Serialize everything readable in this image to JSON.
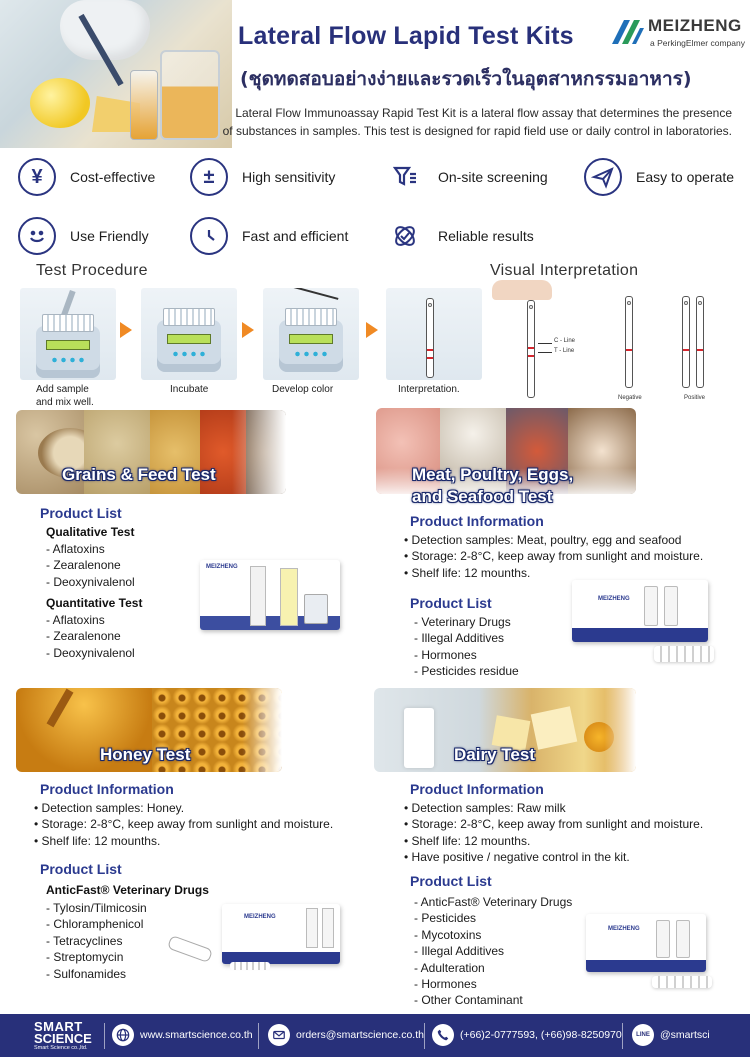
{
  "header": {
    "title": "Lateral Flow Lapid Test Kits",
    "subtitle": "(ชุดทดสอบอย่างง่ายและรวดเร็วในอุตสาหกรรมอาหาร)",
    "intro_line1": "Lateral Flow Immunoassay Rapid Test Kit is a lateral flow assay that determines the presence",
    "intro_line2": "of substances in samples. This test is designed for rapid field use or daily control in laboratories.",
    "logo_name": "MEIZHENG",
    "logo_tagline": "a PerkingElmer company"
  },
  "features": [
    {
      "label": "Cost-effective",
      "icon": "yen-icon"
    },
    {
      "label": "High sensitivity",
      "icon": "plus-minus-icon"
    },
    {
      "label": "On-site screening",
      "icon": "filter-icon"
    },
    {
      "label": "Easy to operate",
      "icon": "paper-plane-icon"
    },
    {
      "label": "Use Friendly",
      "icon": "smile-icon"
    },
    {
      "label": "Fast and efficient",
      "icon": "clock-icon"
    },
    {
      "label": "Reliable results",
      "icon": "check-orbit-icon"
    }
  ],
  "procedure": {
    "title": "Test Procedure",
    "steps": [
      "Add sample",
      "and mix well.",
      "Incubate",
      "Develop color",
      "Interpretation."
    ]
  },
  "interpretation": {
    "title": "Visual Interpretation",
    "c_line": "C - Line",
    "t_line": "T - Line",
    "negative": "Negative",
    "positive": "Positive"
  },
  "grains": {
    "banner": "Grains & Feed Test",
    "product_list_heading": "Product List",
    "qualitative_heading": "Qualitative Test",
    "qualitative_items": [
      "Aflatoxins",
      "Zearalenone",
      "Deoxynivalenol"
    ],
    "quantitative_heading": "Quantitative Test",
    "quantitative_items": [
      "Aflatoxins",
      "Zearalenone",
      "Deoxynivalenol"
    ]
  },
  "meat": {
    "banner_line1": "Meat, Poultry, Eggs,",
    "banner_line2": "and Seafood Test",
    "info_heading": "Product Information",
    "info_items": [
      "Detection samples: Meat, poultry, egg and seafood",
      "Storage: 2-8°C, keep away from sunlight and moisture.",
      "Shelf life: 12 mounths."
    ],
    "product_list_heading": "Product List",
    "product_items": [
      "Veterinary Drugs",
      "Illegal Additives",
      "Hormones",
      "Pesticides residue"
    ]
  },
  "honey": {
    "banner": "Honey Test",
    "info_heading": "Product Information",
    "info_items": [
      "Detection samples: Honey.",
      "Storage: 2-8°C, keep away from sunlight and moisture.",
      "Shelf life: 12 mounths."
    ],
    "product_list_heading": "Product List",
    "sub_heading": "AnticFast® Veterinary Drugs",
    "product_items": [
      "Tylosin/Tilmicosin",
      "Chloramphenicol",
      "Tetracyclines",
      "Streptomycin",
      "Sulfonamides"
    ]
  },
  "dairy": {
    "banner": "Dairy Test",
    "info_heading": "Product Information",
    "info_items": [
      "Detection samples: Raw milk",
      "Storage: 2-8°C, keep away from sunlight and moisture.",
      "Shelf life: 12 mounths.",
      "Have positive / negative control in the kit."
    ],
    "product_list_heading": "Product List",
    "product_items": [
      "AnticFast® Veterinary Drugs",
      "Pesticides",
      "Mycotoxins",
      "Illegal Additives",
      "Adulteration",
      "Hormones",
      "Other Contaminant"
    ]
  },
  "footer": {
    "brand_line1": "SMART",
    "brand_line2": "SCIENCE",
    "brand_line3": "Smart Science co.,ltd.",
    "website": "www.smartscience.co.th",
    "email": "orders@smartscience.co.th",
    "phone": "(+66)2-0777593, (+66)98-8250970",
    "line_label": "LINE",
    "line_id": "@smartsci"
  },
  "colors": {
    "brand_navy": "#28307a",
    "heading_blue": "#2b3a8f",
    "accent_orange": "#f08a24",
    "result_red": "#d7262e",
    "logo_green": "#2a9a5a",
    "logo_blue": "#1f6fb8"
  }
}
